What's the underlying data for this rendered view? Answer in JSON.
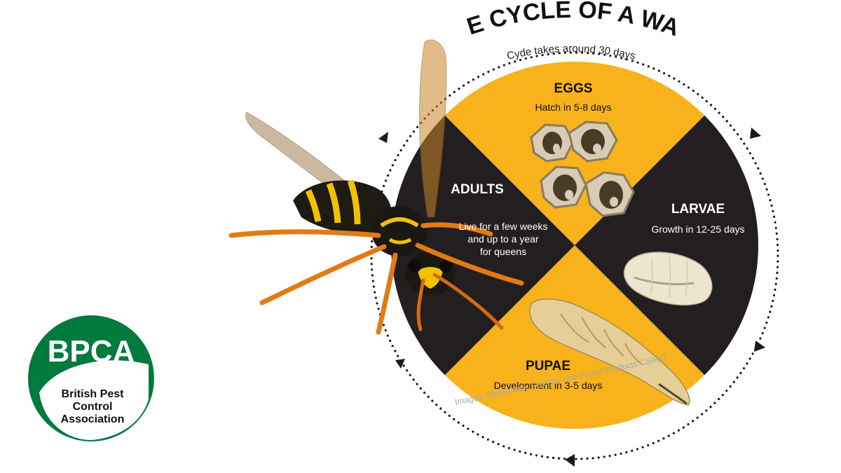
{
  "title": "LIFE CYCLE OF A WASP",
  "subtitle": "Cyde takes around 30 days",
  "stages": [
    {
      "name": "EGGS",
      "description": [
        "Hatch in 5-8 days"
      ]
    },
    {
      "name": "LARVAE",
      "description": [
        "Growth in 12-25 days"
      ]
    },
    {
      "name": "PUPAE",
      "description": [
        "Development in 3-5 days"
      ]
    },
    {
      "name": "ADULTS",
      "description": [
        "Live for a few weeks",
        "and up to a year",
        "for queens"
      ]
    }
  ],
  "credit": "Images: Richerman; Forestry and Forest Products CSIRO",
  "logo": {
    "abbr": "BPCA",
    "line1": "British Pest",
    "line2": "Control",
    "line3": "Association"
  },
  "colors": {
    "yellow": "#f7b21c",
    "dark": "#231f20",
    "brand_green": "#007a3d"
  }
}
